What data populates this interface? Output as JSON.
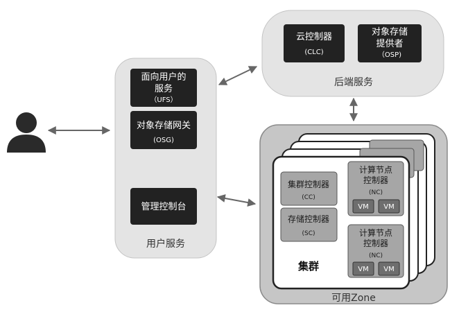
{
  "user_services": {
    "caption": "用户服务",
    "ufs": {
      "line1": "面向用户的",
      "line2": "服务",
      "abbr": "（UFS）"
    },
    "osg": {
      "line1": "对象存储网关",
      "abbr": "(OSG)"
    },
    "console": {
      "label": "管理控制台"
    }
  },
  "backend_services": {
    "caption": "后端服务",
    "clc": {
      "line1": "云控制器",
      "abbr": "(CLC)"
    },
    "osp": {
      "line1": "对象存储",
      "line2": "提供者",
      "abbr": "（OSP)"
    }
  },
  "zone": {
    "caption": "可用Zone",
    "cluster_caption": "集群",
    "cc": {
      "line1": "集群控制器",
      "abbr": "(CC)"
    },
    "sc": {
      "line1": "存储控制器",
      "abbr": "(SC)"
    },
    "nc_top": {
      "line1": "计算节点",
      "line2": "控制器",
      "abbr": "(NC)",
      "vm1": "VM",
      "vm2": "VM"
    },
    "nc_bottom": {
      "line1": "计算节点",
      "line2": "控制器",
      "abbr": "(NC)",
      "vm1": "VM",
      "vm2": "VM"
    }
  },
  "colors": {
    "panel_gray": "#e4e4e4",
    "zone_gray": "#c6c6c6",
    "dark_box": "#222222",
    "component_gray": "#a6a6a6"
  }
}
